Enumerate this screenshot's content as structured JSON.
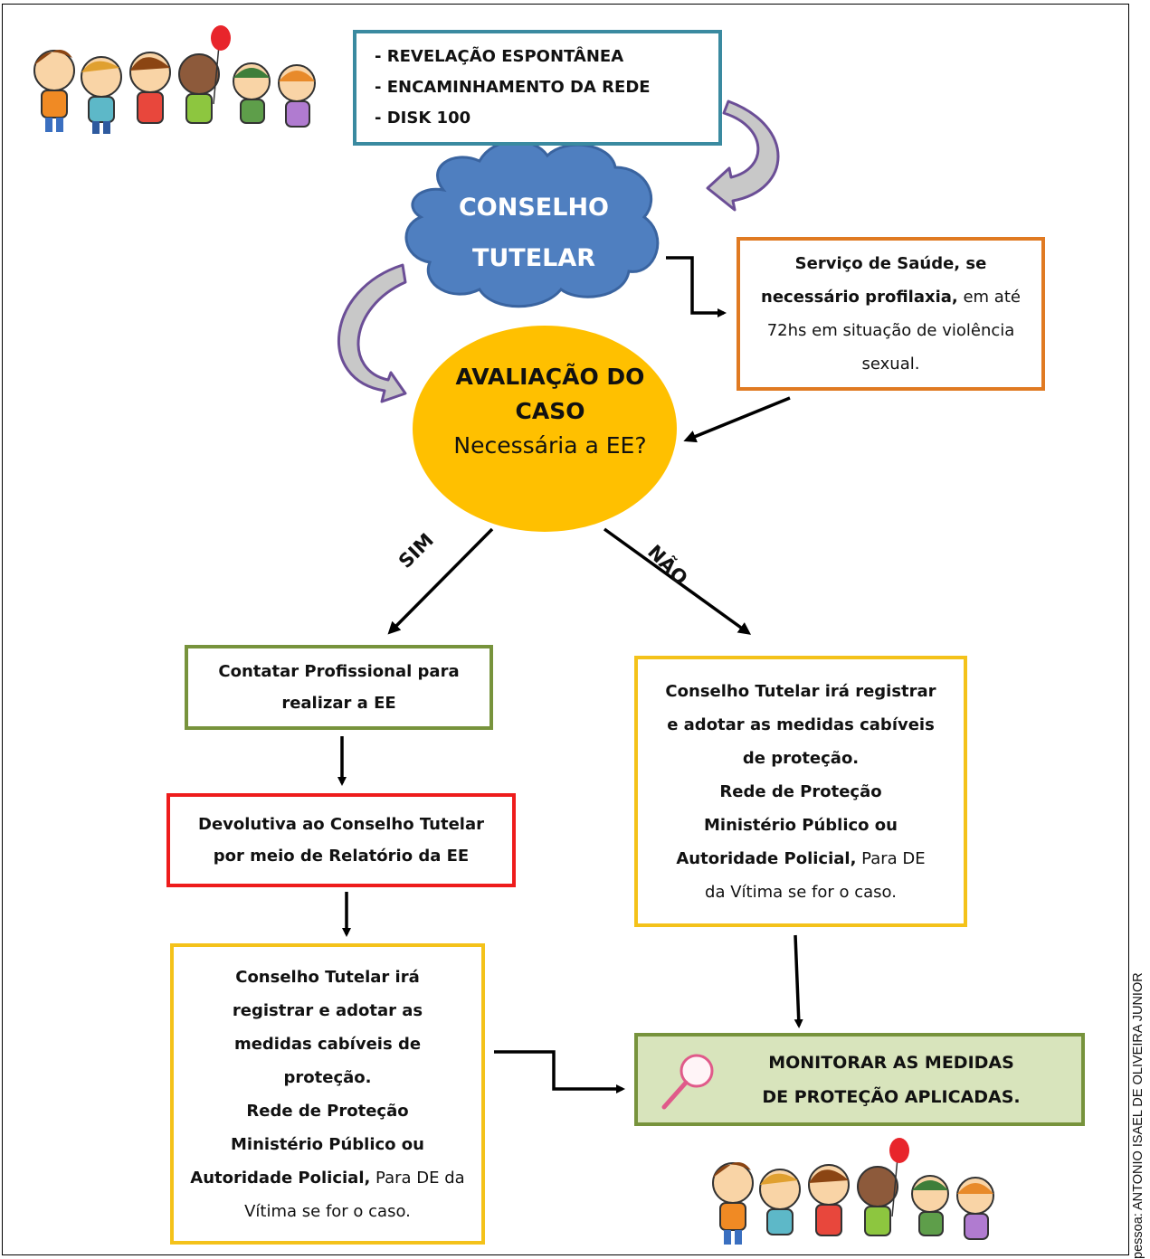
{
  "sources": {
    "line1": "- REVELAÇÃO ESPONTÂNEA",
    "line2": "- ENCAMINHAMENTO DA REDE",
    "line3": "- DISK 100"
  },
  "conselho": {
    "line1": "CONSELHO",
    "line2": "TUTELAR"
  },
  "saude": {
    "bold": "Serviço de Saúde, se necessário profilaxia,",
    "normal": " em até 72hs em situação de violência sexual."
  },
  "avaliacao": {
    "line1": "AVALIAÇÃO DO",
    "line2": "CASO",
    "question": "Necessária a EE?"
  },
  "branch": {
    "yes": "SIM",
    "no": "NÃO"
  },
  "contatar": {
    "text": "Contatar Profissional para realizar a EE"
  },
  "devolutiva": {
    "text": "Devolutiva ao Conselho Tutelar por meio de Relatório da EE"
  },
  "ct_left": {
    "bold1": "Conselho Tutelar irá registrar e adotar as medidas cabíveis de proteção.",
    "bold2": "Rede de Proteção",
    "bold3": "Ministério Público ou Autoridade Policial,",
    "normal": " Para DE da Vítima se for o caso."
  },
  "ct_right": {
    "bold1": "Conselho Tutelar irá registrar e adotar as medidas cabíveis de proteção.",
    "bold2": "Rede de Proteção",
    "bold3": "Ministério Público ou Autoridade Policial,",
    "normal": " Para DE da Vítima se for o caso."
  },
  "monitor": {
    "line1": "MONITORAR AS MEDIDAS",
    "line2": "DE PROTEÇÃO APLICADAS."
  },
  "side_text": "pessoa:  ANTONIO ISAEL DE OLIVEIRA JUNIOR",
  "icons": {
    "kids": "children-clipart",
    "magnifier": "magnifying-glass-icon",
    "watermark": "pngtree"
  },
  "colors": {
    "teal": "#3A8AA0",
    "orange": "#E07A22",
    "green": "#77933C",
    "red": "#EE1C1C",
    "yellow": "#F4C21A",
    "cloud": "#4F7FC0",
    "ellipse": "#FFC000",
    "monitor_bg": "#D8E4BC",
    "curved_arrow": "#6B4E96"
  }
}
